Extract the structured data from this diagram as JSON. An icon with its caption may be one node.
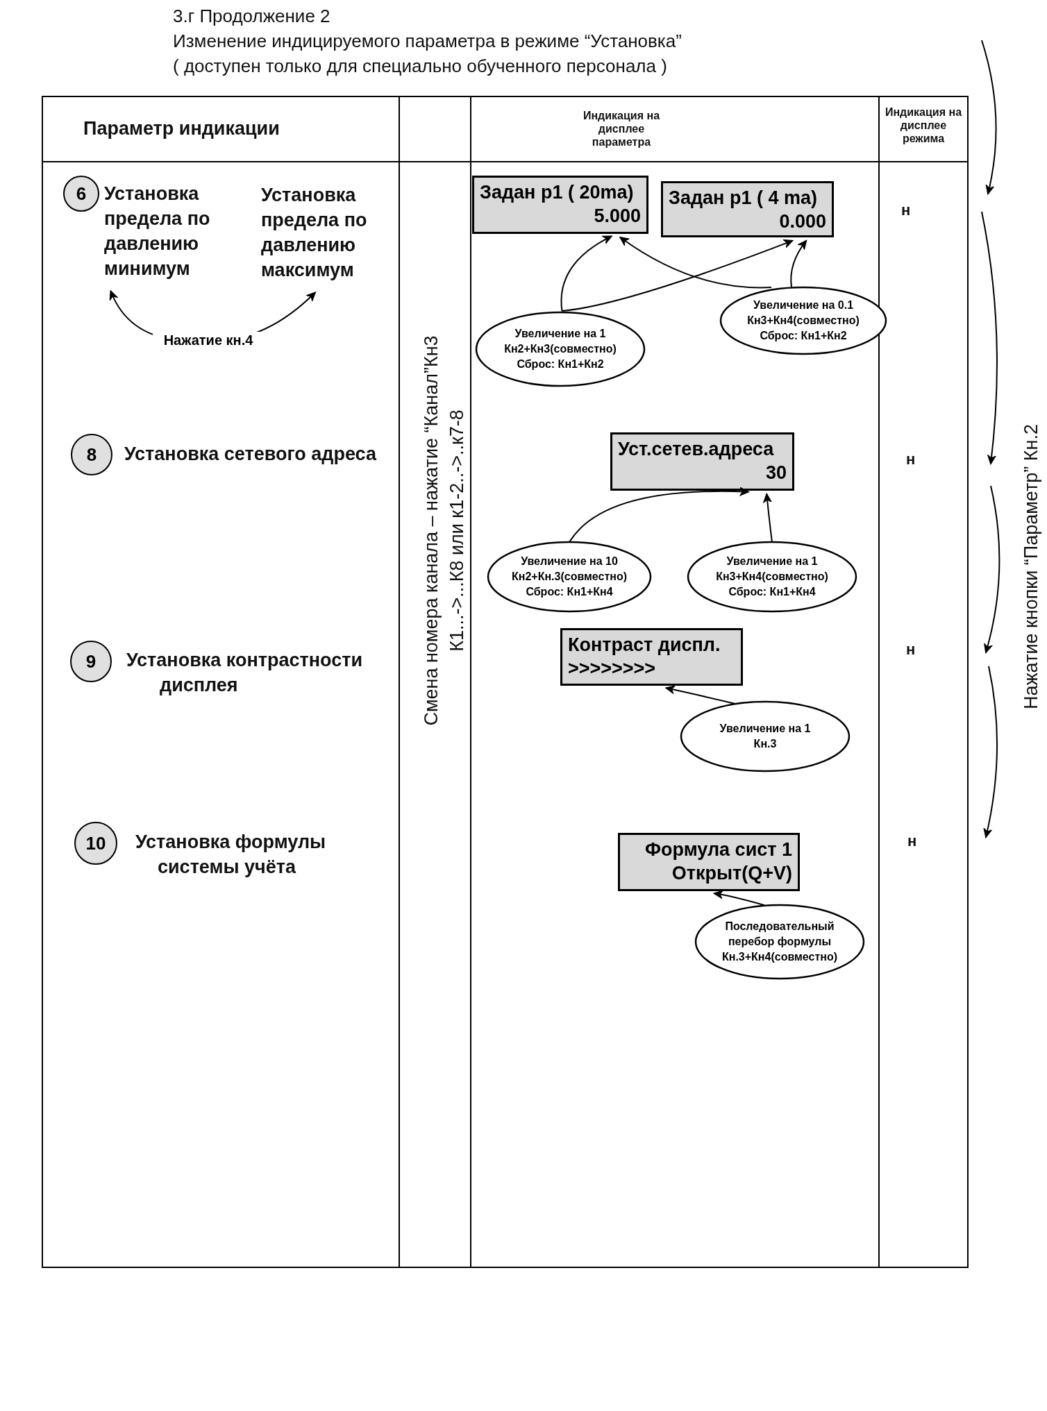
{
  "diagram": {
    "title": "3.г Продолжение 2",
    "nodes": [
      {
        "text": [
          "6"
        ]
      },
      {
        "text": [
          "Установка предела по давлению минимум"
        ]
      },
      {
        "text": [
          "Установка предела по давлению максимум"
        ]
      },
      {
        "text": [
          "Задан p1 ( 20ma)",
          "5.000"
        ]
      },
      {
        "text": [
          "Задан p1 ( 4 ma)",
          "0.000"
        ]
      },
      {
        "text": [
          "Увеличение на 1",
          "Кн2+Кн3(совместно)",
          "Сброс: Кн1+Кн2"
        ]
      },
      {
        "text": [
          "Увеличение на 0.1",
          "Кн3+Кн4(совместно)",
          "Сброс: Кн1+Кн2"
        ]
      },
      {
        "text": [
          "8"
        ]
      },
      {
        "text": [
          "Установка сетевого адреса"
        ]
      },
      {
        "text": [
          "Уст.сетев.адреса",
          "30"
        ]
      },
      {
        "text": [
          "Увеличение на 10",
          "Кн2+Кн.3(совместно)",
          "Сброс: Кн1+Кн4"
        ]
      },
      {
        "text": [
          "Увеличение на 1",
          "Кн3+Кн4(совместно)",
          "Сброс: Кн1+Кн4"
        ]
      },
      {
        "text": [
          "9"
        ]
      },
      {
        "text": [
          "Установка контрастности дисплея"
        ]
      },
      {
        "text": [
          "Контраст диспл.",
          ">>>>>>>>"
        ]
      },
      {
        "text": [
          "Увеличение на 1",
          "Кн.3"
        ]
      },
      {
        "text": [
          "10"
        ]
      },
      {
        "text": [
          "Установка формулы системы учёта"
        ]
      },
      {
        "text": [
          "Формула сист 1",
          "Открыт(Q+V)"
        ]
      },
      {
        "text": [
          "Последовательный",
          "перебор формулы",
          "Кн.3+Кн4(совместно)"
        ]
      }
    ],
    "edges": [
      {
        "from": 1,
        "to": 2,
        "arrow": "both",
        "label": "Нажатие кн.4"
      },
      {
        "from": 5,
        "to": 3,
        "arrow": "to"
      },
      {
        "from": 5,
        "to": 4,
        "arrow": "to"
      },
      {
        "from": 6,
        "to": 3,
        "arrow": "to"
      },
      {
        "from": 6,
        "to": 4,
        "arrow": "to"
      },
      {
        "from": 10,
        "to": 9,
        "arrow": "to"
      },
      {
        "from": 11,
        "to": 9,
        "arrow": "to"
      },
      {
        "from": 15,
        "to": 14,
        "arrow": "to"
      },
      {
        "from": 19,
        "to": 18,
        "arrow": "to"
      }
    ],
    "labels": [
      "Изменение индицируемого параметра в режиме “Установка”",
      "( доступен только для специально обученного персонала )",
      "Параметр индикации",
      "Индикация на дисплее параметра",
      "Индикация на дисплее режима",
      "н",
      "Смена номера канала – нажатие “Канал”Кн3",
      "К1...->...К8 или к1-2..->..к7-8",
      "н",
      "н",
      "н",
      "Нажатие кнопки “Параметр” Кн.2"
    ]
  }
}
